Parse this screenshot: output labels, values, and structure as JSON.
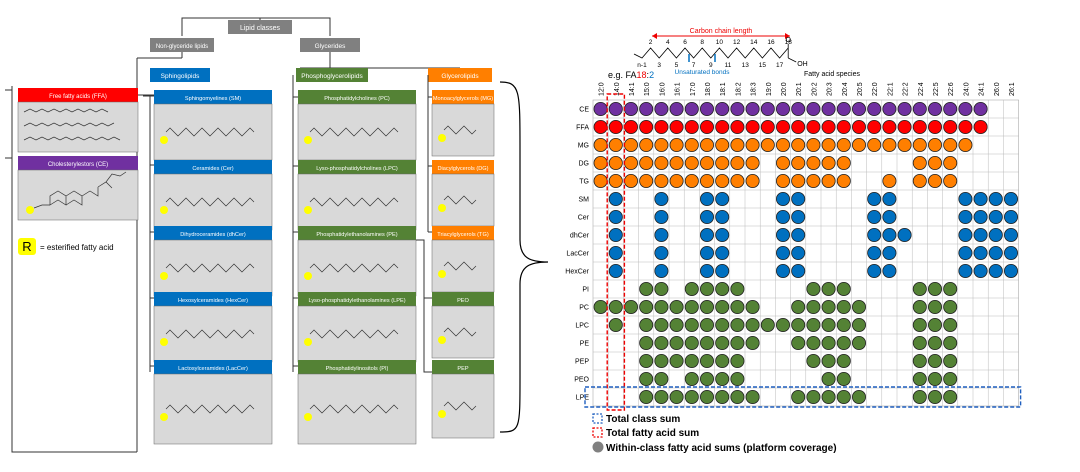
{
  "tree": {
    "root": "Lipid classes",
    "non_glyceride": "Non-glyceride lipids",
    "glycerides": "Glycerides",
    "sphingolipids": "Sphingolipids",
    "phosphoglycerolipids": "Phosphoglycerolipids",
    "glycerolipids": "Glycerolipids",
    "ffa": "Free fatty acids (FFA)",
    "ce": "Cholesterylestors (CE)",
    "sm": "Sphingomyelines (SM)",
    "cer": "Ceramides (Cer)",
    "dhcer": "Dihydroceramides (dhCer)",
    "hexcer": "Hexosylceramides (HexCer)",
    "laccer": "Lactosylceramides (LacCer)",
    "pc": "Phosphatidylcholines (PC)",
    "lpc": "Lyso-phosphatidylcholines (LPC)",
    "pe": "Phosphatidylethanolamines (PE)",
    "lpe": "Lyso-phosphatidylethanolamines (LPE)",
    "pi": "Phosphatidylinositols (PI)",
    "mg": "Monoacylglycerols (MG)",
    "dg": "Diacylglycerols (DG)",
    "tg": "Triacylglycerols (TG)",
    "peo": "PEO",
    "pep": "PEP",
    "r_letter": "R",
    "r_text": "= esterified fatty acid"
  },
  "chain": {
    "title": "Carbon chain length",
    "nums": [
      "n-1",
      "2",
      "3",
      "4",
      "5",
      "6",
      "7",
      "8",
      "9",
      "10",
      "11",
      "12",
      "13",
      "14",
      "15",
      "16",
      "17",
      "18"
    ],
    "o_top": "O",
    "oh": "OH",
    "unsat": "Unsaturated bonds",
    "species_label": "Fatty acid species",
    "eg_prefix": "e.g. FA",
    "eg_18": "18",
    "eg_colon": ":",
    "eg_2": "2"
  },
  "matrix": {
    "columns": [
      "12:0",
      "14:0",
      "14:1",
      "15:0",
      "16:0",
      "16:1",
      "17:0",
      "18:0",
      "18:1",
      "18:2",
      "18:3",
      "19:0",
      "20:0",
      "20:1",
      "20:2",
      "20:3",
      "20:4",
      "20:5",
      "22:0",
      "22:1",
      "22:2",
      "22:4",
      "22:5",
      "22:6",
      "24:0",
      "24:1",
      "26:0",
      "26:1"
    ],
    "rows": [
      {
        "name": "CE",
        "color": "#7030a0",
        "cols": [
          "12:0",
          "14:0",
          "14:1",
          "15:0",
          "16:0",
          "16:1",
          "17:0",
          "18:0",
          "18:1",
          "18:2",
          "18:3",
          "19:0",
          "20:0",
          "20:1",
          "20:2",
          "20:3",
          "20:4",
          "20:5",
          "22:0",
          "22:1",
          "22:2",
          "22:4",
          "22:5",
          "22:6",
          "24:0",
          "24:1"
        ]
      },
      {
        "name": "FFA",
        "color": "#ff0000",
        "cols": [
          "12:0",
          "14:0",
          "14:1",
          "15:0",
          "16:0",
          "16:1",
          "17:0",
          "18:0",
          "18:1",
          "18:2",
          "18:3",
          "19:0",
          "20:0",
          "20:1",
          "20:2",
          "20:3",
          "20:4",
          "20:5",
          "22:0",
          "22:1",
          "22:2",
          "22:4",
          "22:5",
          "22:6",
          "24:0",
          "24:1"
        ]
      },
      {
        "name": "MG",
        "color": "#ff7f00",
        "cols": [
          "12:0",
          "14:0",
          "14:1",
          "15:0",
          "16:0",
          "16:1",
          "17:0",
          "18:0",
          "18:1",
          "18:2",
          "18:3",
          "19:0",
          "20:0",
          "20:1",
          "20:2",
          "20:3",
          "20:4",
          "20:5",
          "22:0",
          "22:1",
          "22:2",
          "22:4",
          "22:5",
          "22:6",
          "24:0"
        ]
      },
      {
        "name": "DG",
        "color": "#ff7f00",
        "cols": [
          "12:0",
          "14:0",
          "14:1",
          "15:0",
          "16:0",
          "16:1",
          "17:0",
          "18:0",
          "18:1",
          "18:2",
          "18:3",
          "20:0",
          "20:1",
          "20:2",
          "20:3",
          "20:4",
          "22:4",
          "22:5",
          "22:6"
        ]
      },
      {
        "name": "TG",
        "color": "#ff7f00",
        "cols": [
          "12:0",
          "14:0",
          "14:1",
          "15:0",
          "16:0",
          "16:1",
          "17:0",
          "18:0",
          "18:1",
          "18:2",
          "18:3",
          "20:0",
          "20:1",
          "20:2",
          "20:3",
          "20:4",
          "22:1",
          "22:4",
          "22:5",
          "22:6"
        ]
      },
      {
        "name": "SM",
        "color": "#0070c0",
        "cols": [
          "14:0",
          "16:0",
          "18:0",
          "18:1",
          "20:0",
          "20:1",
          "22:0",
          "22:1",
          "24:0",
          "24:1",
          "26:0",
          "26:1"
        ]
      },
      {
        "name": "Cer",
        "color": "#0070c0",
        "cols": [
          "14:0",
          "16:0",
          "18:0",
          "18:1",
          "20:0",
          "20:1",
          "22:0",
          "22:1",
          "24:0",
          "24:1",
          "26:0",
          "26:1"
        ]
      },
      {
        "name": "dhCer",
        "color": "#0070c0",
        "cols": [
          "14:0",
          "16:0",
          "18:0",
          "18:1",
          "20:0",
          "20:1",
          "22:0",
          "22:1",
          "22:2",
          "24:0",
          "24:1",
          "26:0",
          "26:1"
        ]
      },
      {
        "name": "LacCer",
        "color": "#0070c0",
        "cols": [
          "14:0",
          "16:0",
          "18:0",
          "18:1",
          "20:0",
          "20:1",
          "22:0",
          "22:1",
          "24:0",
          "24:1",
          "26:0",
          "26:1"
        ]
      },
      {
        "name": "HexCer",
        "color": "#0070c0",
        "cols": [
          "14:0",
          "16:0",
          "18:0",
          "18:1",
          "20:0",
          "20:1",
          "22:0",
          "22:1",
          "24:0",
          "24:1",
          "26:0",
          "26:1"
        ]
      },
      {
        "name": "PI",
        "color": "#548235",
        "cols": [
          "15:0",
          "16:0",
          "17:0",
          "18:0",
          "18:1",
          "18:2",
          "20:2",
          "20:3",
          "20:4",
          "22:4",
          "22:5",
          "22:6"
        ]
      },
      {
        "name": "PC",
        "color": "#548235",
        "cols": [
          "12:0",
          "14:0",
          "14:1",
          "15:0",
          "16:0",
          "16:1",
          "17:0",
          "18:0",
          "18:1",
          "18:2",
          "18:3",
          "20:1",
          "20:2",
          "20:3",
          "20:4",
          "20:5",
          "22:4",
          "22:5",
          "22:6"
        ]
      },
      {
        "name": "LPC",
        "color": "#548235",
        "cols": [
          "14:0",
          "15:0",
          "16:0",
          "16:1",
          "17:0",
          "18:0",
          "18:1",
          "18:2",
          "18:3",
          "19:0",
          "20:0",
          "20:1",
          "20:2",
          "20:3",
          "20:4",
          "20:5",
          "22:4",
          "22:5",
          "22:6"
        ]
      },
      {
        "name": "PE",
        "color": "#548235",
        "cols": [
          "15:0",
          "16:0",
          "16:1",
          "17:0",
          "18:0",
          "18:1",
          "18:2",
          "18:3",
          "20:1",
          "20:2",
          "20:3",
          "20:4",
          "20:5",
          "22:4",
          "22:5",
          "22:6"
        ]
      },
      {
        "name": "PEP",
        "color": "#548235",
        "cols": [
          "15:0",
          "16:0",
          "16:1",
          "17:0",
          "18:0",
          "18:1",
          "18:2",
          "20:2",
          "20:3",
          "20:4",
          "22:4",
          "22:5",
          "22:6"
        ]
      },
      {
        "name": "PEO",
        "color": "#548235",
        "cols": [
          "15:0",
          "16:0",
          "17:0",
          "18:0",
          "18:1",
          "18:2",
          "20:3",
          "20:4",
          "22:4",
          "22:5",
          "22:6"
        ]
      },
      {
        "name": "LPE",
        "color": "#548235",
        "cols": [
          "15:0",
          "16:0",
          "16:1",
          "17:0",
          "18:0",
          "18:1",
          "18:2",
          "18:3",
          "20:1",
          "20:2",
          "20:3",
          "20:4",
          "20:5",
          "22:4",
          "22:5",
          "22:6"
        ]
      }
    ]
  },
  "legend": {
    "total_class": "Total class sum",
    "total_fa": "Total fatty acid sum",
    "within": "Within-class fatty acid sums (platform coverage)"
  }
}
